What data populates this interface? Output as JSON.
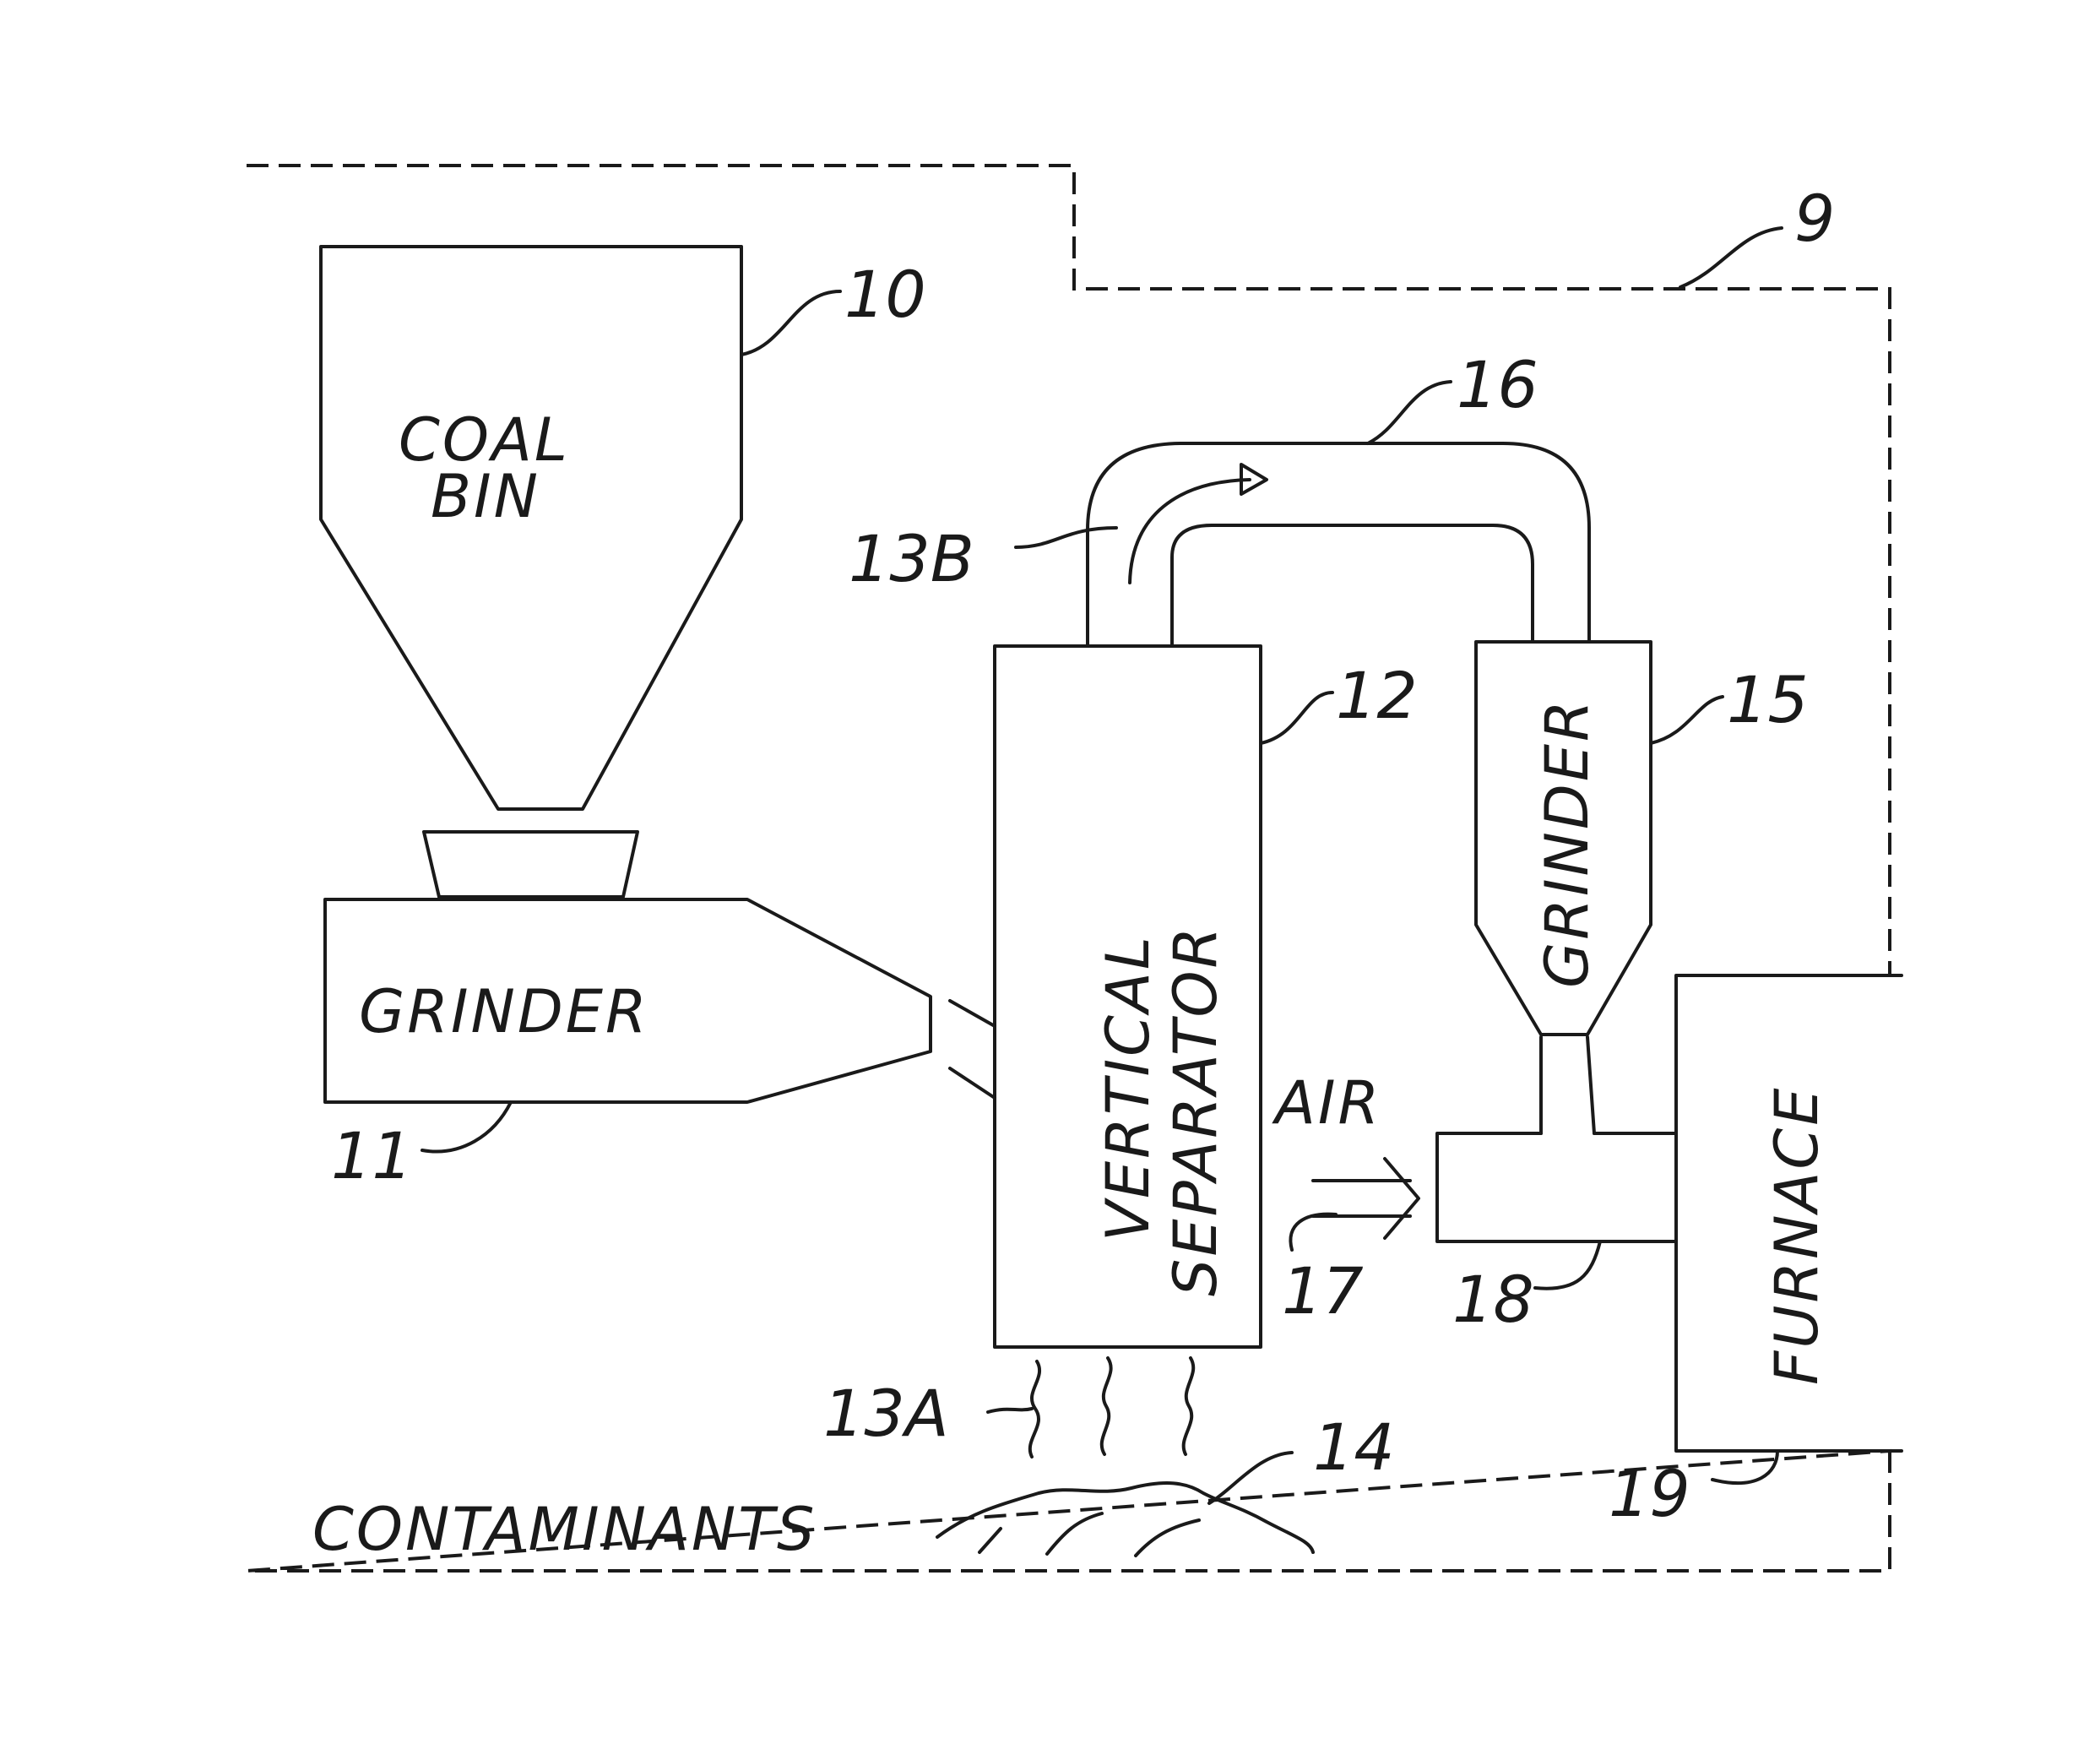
{
  "figure": {
    "boundary_ref": "9",
    "coal_bin": {
      "ref": "10",
      "line1": "COAL",
      "line2": "BIN"
    },
    "primary_grinder": {
      "ref": "11",
      "label": "GRINDER"
    },
    "separator": {
      "ref": "12",
      "line1": "VERTICAL",
      "line2": "SEPARATOR"
    },
    "exhaust_duct": {
      "ref": "16",
      "flow_ref": "13B"
    },
    "secondary_grinder": {
      "ref": "15",
      "label": "GRINDER"
    },
    "air_inlet": {
      "label": "AIR",
      "ref": "17"
    },
    "mixing_tee": {
      "ref": "18"
    },
    "furnace": {
      "ref": "19",
      "label": "FURNACE"
    },
    "contaminants": {
      "label": "CONTAMINANTS",
      "ref": "14",
      "flow_ref": "13A"
    }
  }
}
